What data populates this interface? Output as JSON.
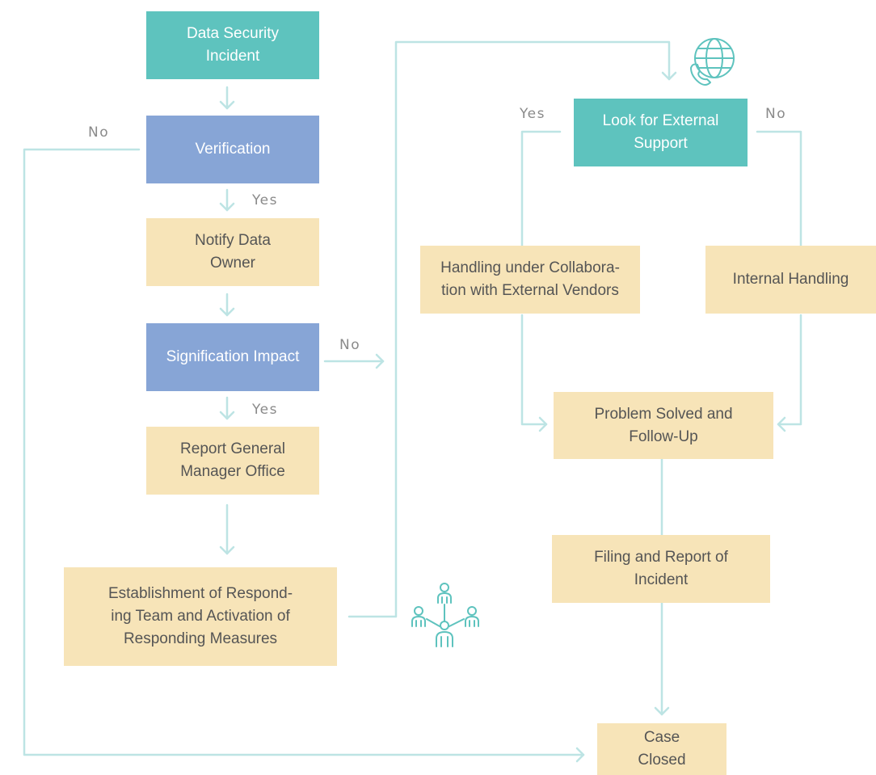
{
  "colors": {
    "teal": "#5ec3be",
    "blue": "#87a5d6",
    "cream": "#f7e4b8",
    "connector": "#bde4e4",
    "label": "#8a8a8a",
    "icon": "#5ec3be"
  },
  "nodes": {
    "data_security_incident": "Data Security\nIncident",
    "verification": "Verification",
    "notify_data_owner": "Notify Data\nOwner",
    "signification_impact": "Signification Impact",
    "report_general_manager": "Report General\nManager Office",
    "establishment_team": "Establishment of Respond-\ning Team and Activation of\nResponding Measures",
    "look_external_support": "Look for External\nSupport",
    "handling_collaboration": "Handling under Collabora-\ntion with External Vendors",
    "internal_handling": "Internal Handling",
    "problem_solved": "Problem Solved and\nFollow-Up",
    "filing_report": "Filing and Report of\nIncident",
    "case_closed": "Case\nClosed"
  },
  "labels": {
    "verification_no": "No",
    "verification_yes": "Yes",
    "impact_no": "No",
    "impact_yes": "Yes",
    "external_yes": "Yes",
    "external_no": "No"
  },
  "icons": {
    "globe": "globe-phone-icon",
    "team": "team-network-icon"
  }
}
